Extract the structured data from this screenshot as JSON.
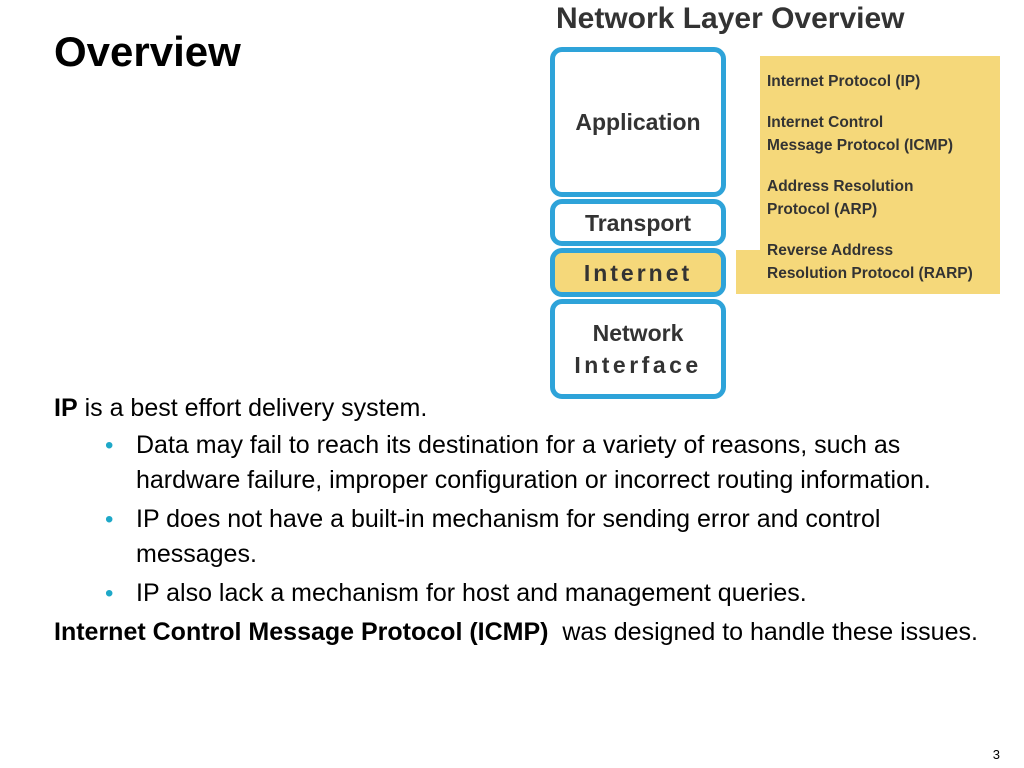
{
  "slide": {
    "title": "Overview",
    "page_number": "3"
  },
  "figure": {
    "title": "Network Layer Overview",
    "layers": {
      "application": "Application",
      "transport": "Transport",
      "internet": "Internet",
      "network_line1": "Network",
      "network_line2": "Interface"
    },
    "protocols": [
      {
        "line1": "Internet Protocol (IP)",
        "line2": ""
      },
      {
        "line1": "Internet Control",
        "line2": "Message Protocol (ICMP)"
      },
      {
        "line1": "Address Resolution",
        "line2": "Protocol (ARP)"
      },
      {
        "line1": "Reverse Address",
        "line2": "Resolution Protocol (RARP)"
      }
    ],
    "colors": {
      "layer_border": "#2ea3d9",
      "highlight": "#f5d87a"
    }
  },
  "content": {
    "intro_bold": "IP",
    "intro_rest": " is a best effort delivery system.",
    "bullets": [
      "Data may fail to reach its destination for a variety of reasons, such as hardware failure, improper configuration or incorrect routing information.",
      "IP does not have a built-in mechanism for sending error and control messages.",
      "IP also lack a mechanism for host and management queries."
    ],
    "closing_bold": "Internet Control Message Protocol (ICMP)",
    "closing_rest": "  was designed to handle these issues."
  }
}
